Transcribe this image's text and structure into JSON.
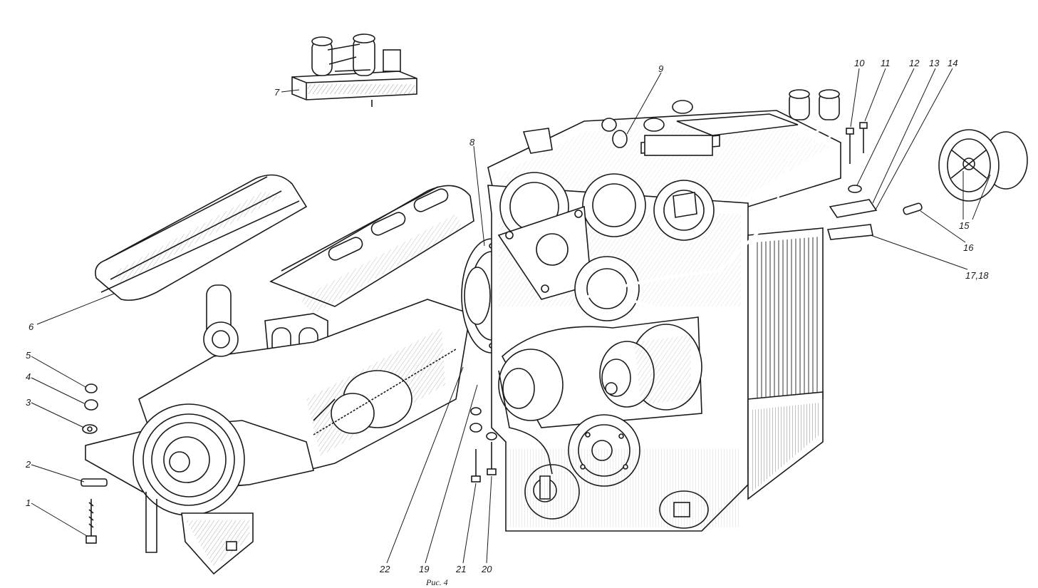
{
  "diagram": {
    "caption": "Рис. 4",
    "callouts": [
      {
        "id": "1",
        "text": "1"
      },
      {
        "id": "2",
        "text": "2"
      },
      {
        "id": "3",
        "text": "3"
      },
      {
        "id": "4",
        "text": "4"
      },
      {
        "id": "5",
        "text": "5"
      },
      {
        "id": "6",
        "text": "6"
      },
      {
        "id": "7",
        "text": "7"
      },
      {
        "id": "8",
        "text": "8"
      },
      {
        "id": "9",
        "text": "9"
      },
      {
        "id": "10",
        "text": "10"
      },
      {
        "id": "11",
        "text": "11"
      },
      {
        "id": "12",
        "text": "12"
      },
      {
        "id": "13",
        "text": "13"
      },
      {
        "id": "14",
        "text": "14"
      },
      {
        "id": "15",
        "text": "15"
      },
      {
        "id": "16",
        "text": "16"
      },
      {
        "id": "17-18",
        "text": "17,18"
      },
      {
        "id": "19",
        "text": "19"
      },
      {
        "id": "20",
        "text": "20"
      },
      {
        "id": "21",
        "text": "21"
      },
      {
        "id": "22",
        "text": "22"
      }
    ]
  }
}
